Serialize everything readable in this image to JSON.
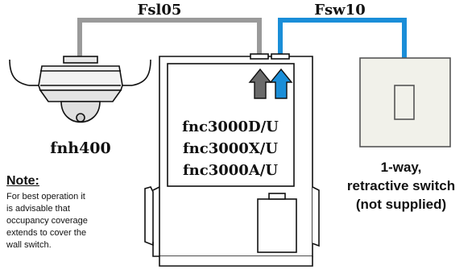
{
  "cables": {
    "left": {
      "label": "Fsl05",
      "color": "#9a9a9a"
    },
    "right": {
      "label": "Fsw10",
      "color": "#1a8ed8"
    }
  },
  "sensor": {
    "label": "fnh400"
  },
  "controller": {
    "models": [
      "fnc3000D/U",
      "fnc3000X/U",
      "fnc3000A/U"
    ],
    "arrow_colors": {
      "left": "#6a6a6a",
      "right": "#1a8ed8"
    }
  },
  "switch": {
    "label_lines": [
      "1-way,",
      "retractive switch",
      "(not supplied)"
    ]
  },
  "note": {
    "title": "Note:",
    "lines": [
      "For best operation it",
      "is advisable that",
      "occupancy coverage",
      "extends to cover the",
      "wall switch."
    ]
  }
}
